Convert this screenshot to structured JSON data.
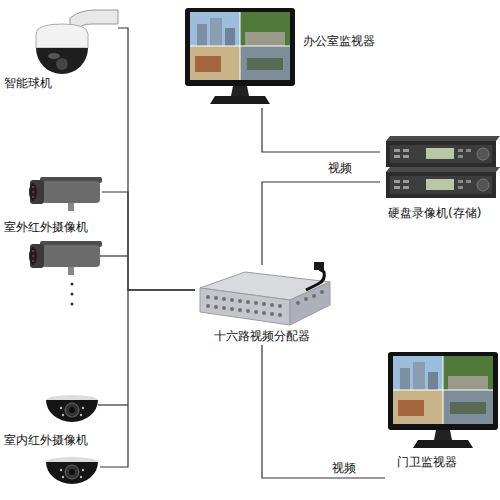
{
  "diagram": {
    "nodes": [
      {
        "text": [
          "智能球机"
        ]
      },
      {
        "text": [
          "办公室监视器"
        ]
      },
      {
        "text": [
          "硬盘录像机(存储)"
        ]
      },
      {
        "text": [
          "室外红外摄像机"
        ]
      },
      {
        "text": [
          "十六路视频分配器"
        ]
      },
      {
        "text": [
          "室内红外摄像机"
        ]
      },
      {
        "text": [
          "门卫监视器"
        ]
      }
    ],
    "edges": [
      {
        "from": 0,
        "to": 4,
        "arrow": "none"
      },
      {
        "from": 3,
        "to": 4,
        "arrow": "none"
      },
      {
        "from": 5,
        "to": 4,
        "arrow": "none"
      },
      {
        "from": 4,
        "to": 2,
        "label": "视频",
        "arrow": "none"
      },
      {
        "from": 2,
        "to": 1,
        "arrow": "none"
      },
      {
        "from": 4,
        "to": 6,
        "label": "视频",
        "arrow": "none"
      }
    ]
  }
}
